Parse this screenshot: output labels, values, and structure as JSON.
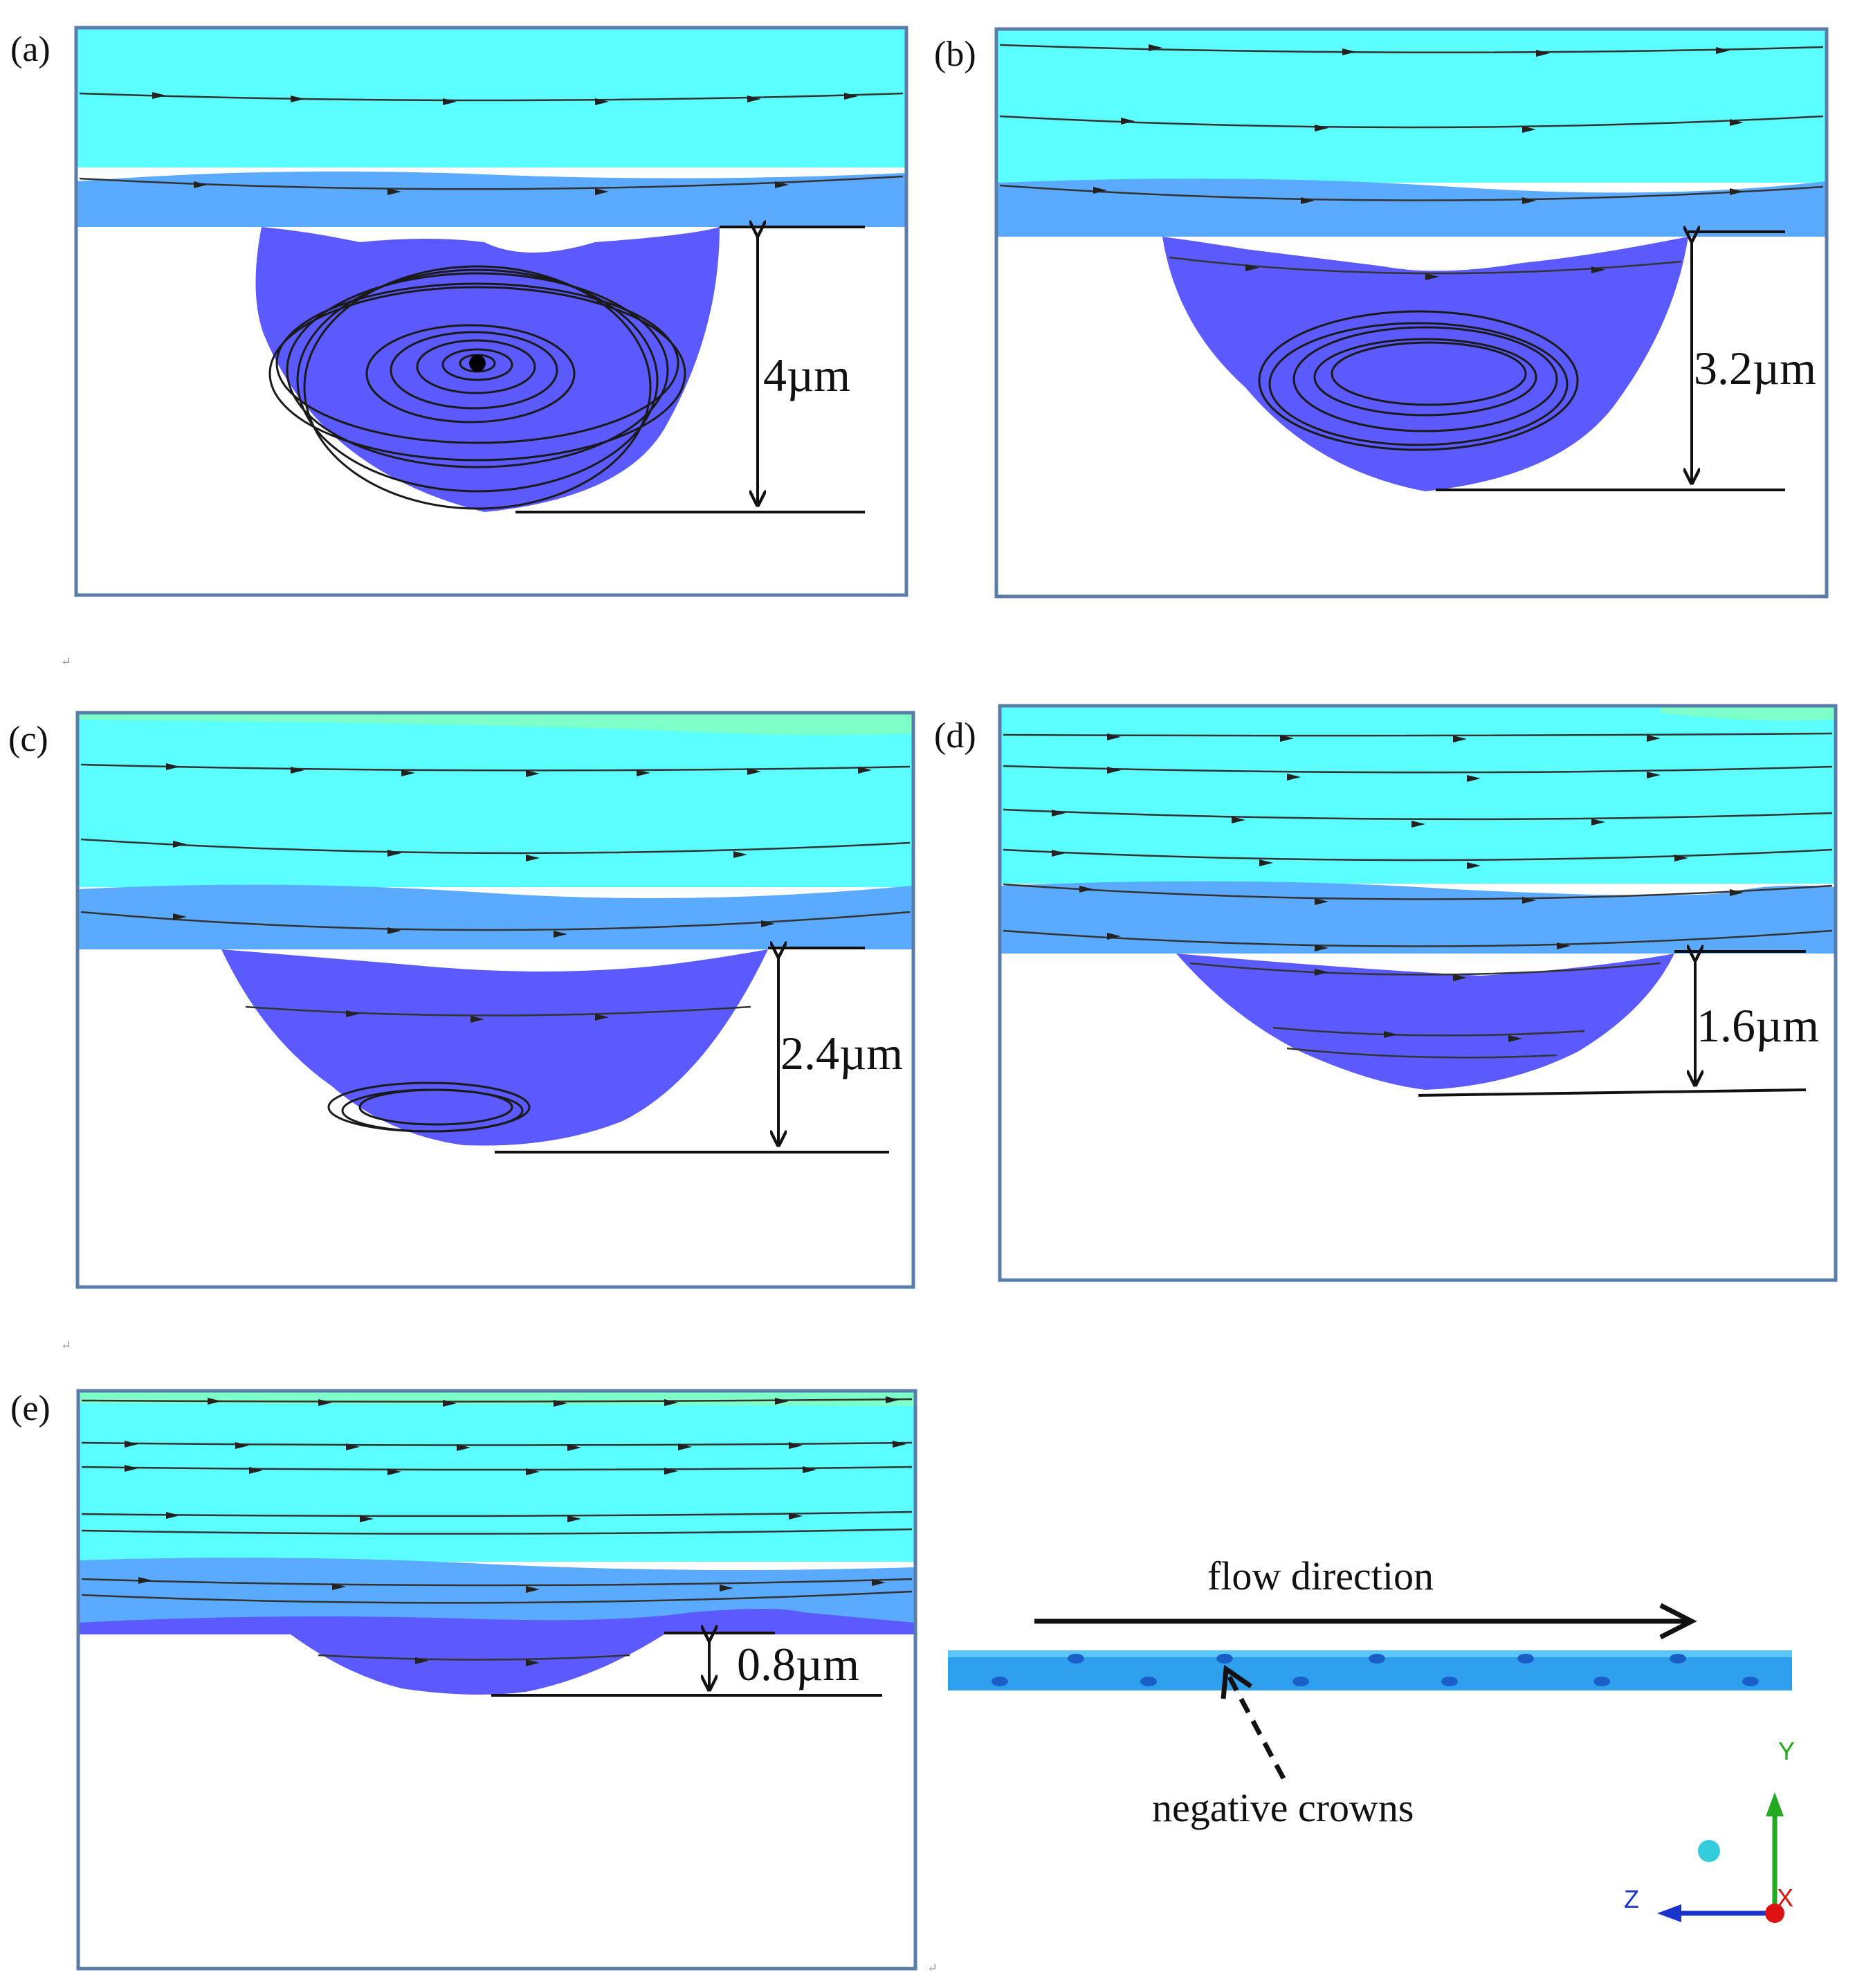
{
  "panels": [
    {
      "label": "(a)",
      "depth_label": "4µm",
      "depth_um": 4.0
    },
    {
      "label": "(b)",
      "depth_label": "3.2µm",
      "depth_um": 3.2
    },
    {
      "label": "(c)",
      "depth_label": "2.4µm",
      "depth_um": 2.4
    },
    {
      "label": "(d)",
      "depth_label": "1.6µm",
      "depth_um": 1.6
    },
    {
      "label": "(e)",
      "depth_label": "0.8µm",
      "depth_um": 0.8
    }
  ],
  "inset": {
    "flow_label": "flow direction",
    "crowns_label": "negative crowns",
    "axes": {
      "y": "Y",
      "z": "Z",
      "x": "X"
    }
  },
  "colors": {
    "fast_flow": "#5bffff",
    "mid_flow": "#5aaaff",
    "cavity": "#5a5aff",
    "top_tint": "#7dffc8",
    "inset_strip": "#2ea0ee",
    "axis_y": "#22aa22",
    "axis_z": "#1a33cc",
    "axis_x": "#dd1111",
    "origin_dot": "#33ccdd"
  },
  "paragraph_mark": "↵"
}
